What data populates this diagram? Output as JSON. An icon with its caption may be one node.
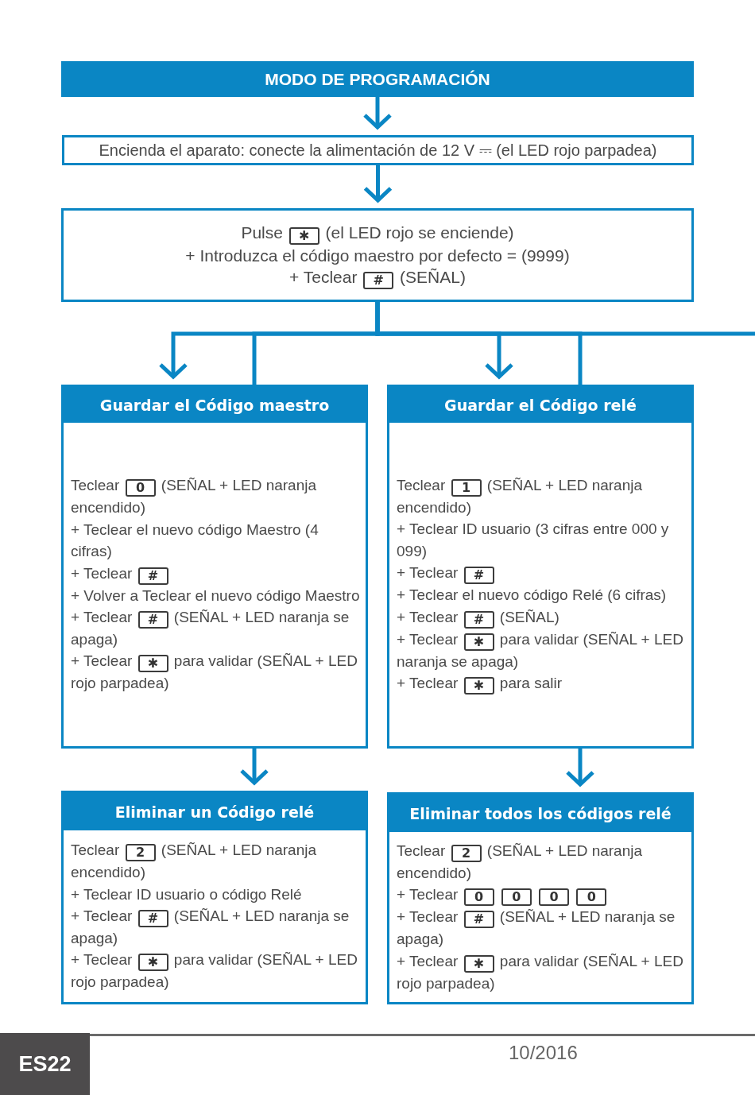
{
  "diagram": {
    "nodes": [
      {
        "text": [
          "MODO DE PROGRAMACIÓN"
        ]
      },
      {
        "text": [
          "Encienda el aparato: conecte la alimentación de 12 V ⎓ (el LED rojo parpadea)"
        ]
      },
      {
        "text": [
          "Pulse **✱** (el LED rojo se enciende)",
          "+ Introduzca el código maestro por defecto = (9999)",
          "+ Teclear **#** (SEÑAL)"
        ]
      },
      {
        "text": [
          "Guardar el Código maestro",
          "Teclear **0** (SEÑAL + LED naranja encendido)",
          "+ Teclear el nuevo código Maestro (4 cifras)",
          "+ Teclear **#**",
          "+ Volver a Teclear el nuevo código Maestro",
          "+ Teclear **#** (SEÑAL + LED naranja se apaga)",
          "+ Teclear **✱** para validar (SEÑAL + LED rojo parpadea)"
        ]
      },
      {
        "text": [
          "Guardar el Código relé",
          "Teclear **1** (SEÑAL + LED naranja encendido)",
          "+ Teclear ID usuario (3 cifras entre 000 y 099)",
          "+ Teclear **#**",
          "+ Teclear el nuevo código Relé (6 cifras)",
          "+ Teclear **#** (SEÑAL)",
          "+ Teclear **✱** para validar (SEÑAL + LED naranja se apaga)",
          "+ Teclear **✱** para salir"
        ]
      },
      {
        "text": [
          "Eliminar un Código relé",
          "Teclear **2** (SEÑAL + LED naranja encendido)",
          "+ Teclear ID usuario o código Relé",
          "+ Teclear **#** (SEÑAL + LED naranja se apaga)",
          "+ Teclear **✱** para validar (SEÑAL + LED rojo parpadea)"
        ]
      },
      {
        "text": [
          "Eliminar todos los códigos relé",
          "Teclear **2** (SEÑAL + LED naranja encendido)",
          "+ Teclear **0** **0** **0** **0**",
          "+ Teclear **#** (SEÑAL + LED naranja se apaga)",
          "+ Teclear **✱** para validar (SEÑAL + LED rojo parpadea)"
        ]
      },
      {
        "text": [
          "ES22"
        ]
      }
    ],
    "edges": [
      {
        "from": 0,
        "to": 1,
        "arrow": "to"
      },
      {
        "from": 1,
        "to": 2,
        "arrow": "to"
      },
      {
        "from": 2,
        "to": 3,
        "arrow": "to"
      },
      {
        "from": 2,
        "to": 3,
        "arrow": "none"
      },
      {
        "from": 2,
        "to": 4,
        "arrow": "to"
      },
      {
        "from": 2,
        "to": 4,
        "arrow": "none"
      },
      {
        "from": 2,
        "to": null,
        "arrow": "none"
      },
      {
        "from": 3,
        "to": 5,
        "arrow": "to"
      },
      {
        "from": 4,
        "to": 6,
        "arrow": "to"
      }
    ],
    "labels": [
      "10/2016"
    ]
  }
}
